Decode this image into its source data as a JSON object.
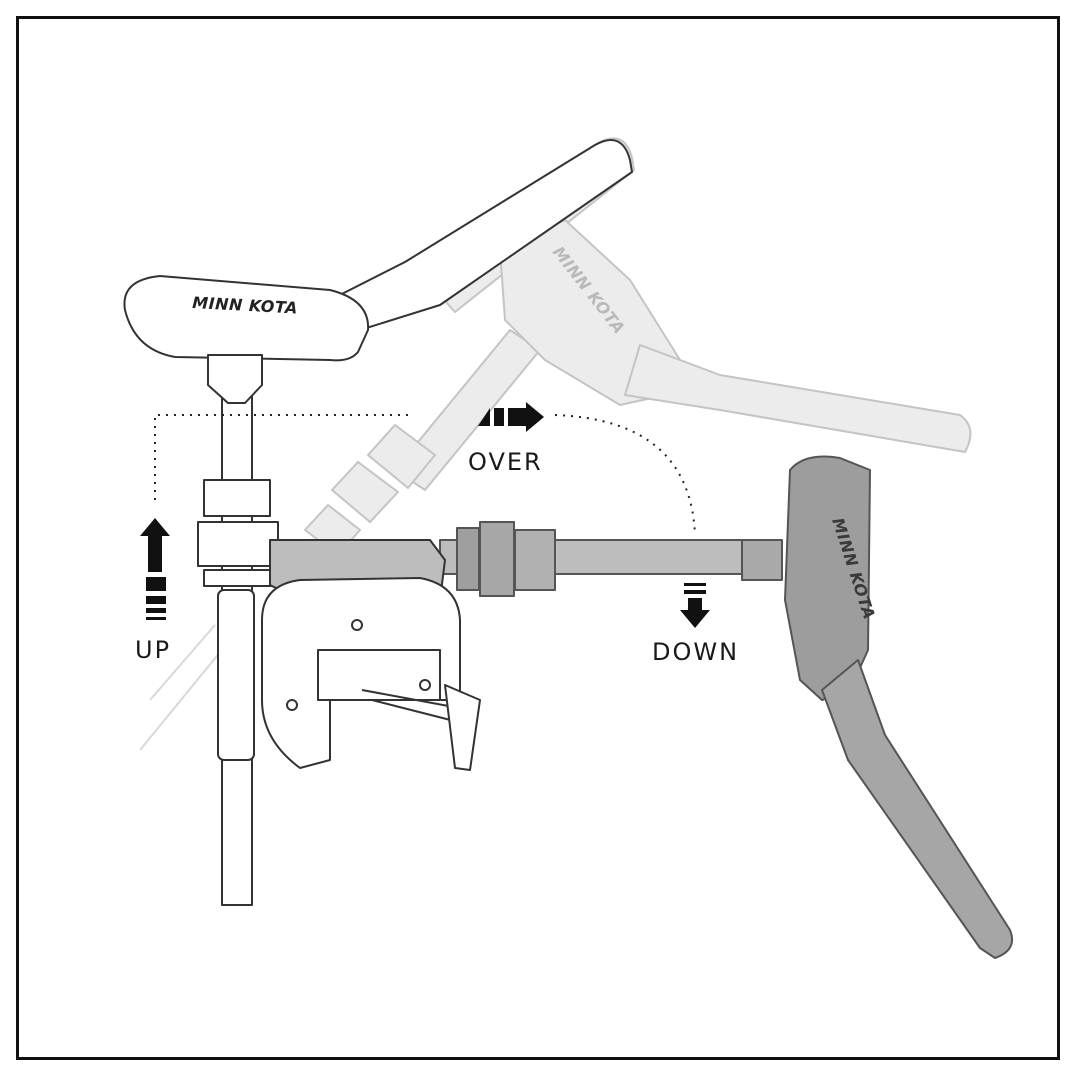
{
  "diagram": {
    "brand_text": "MINN KOTA",
    "labels": {
      "up": "UP",
      "over": "OVER",
      "down": "DOWN"
    },
    "icons": [
      "up-arrow-icon",
      "over-arrow-icon",
      "down-arrow-icon",
      "minn-kota-logo-icon"
    ],
    "colors": {
      "frame": "#111111",
      "line_art": "#333333",
      "ghost_fill": "#e6e6e6",
      "ghost_stroke": "#bdbdbd",
      "down_fill": "#a8a8a8",
      "arrow": "#111111"
    }
  }
}
